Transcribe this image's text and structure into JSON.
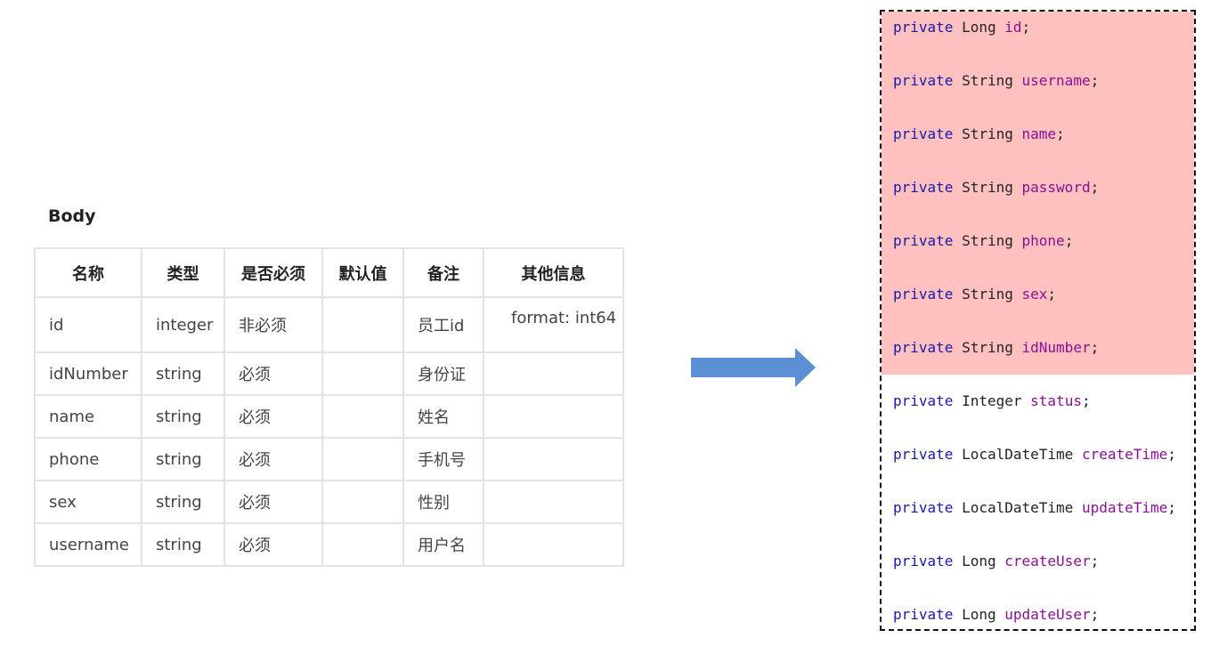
{
  "body_title": "Body",
  "table": {
    "headers": [
      "名称",
      "类型",
      "是否必须",
      "默认值",
      "备注",
      "其他信息"
    ],
    "rows": [
      [
        "id",
        "integer",
        "非必须",
        "",
        "员工id",
        "format: int64"
      ],
      [
        "idNumber",
        "string",
        "必须",
        "",
        "身份证",
        ""
      ],
      [
        "name",
        "string",
        "必须",
        "",
        "姓名",
        ""
      ],
      [
        "phone",
        "string",
        "必须",
        "",
        "手机号",
        ""
      ],
      [
        "sex",
        "string",
        "必须",
        "",
        "性别",
        ""
      ],
      [
        "username",
        "string",
        "必须",
        "",
        "用户名",
        ""
      ]
    ]
  },
  "colors": {
    "arrow": "#5b8fd4",
    "highlight": "#ffc0c0",
    "keyword": "#1a1aa6",
    "field": "#871094"
  },
  "code": {
    "lines": [
      {
        "kw": "private",
        "type": "Long",
        "field": "id",
        "end": ";"
      },
      {
        "kw": "private",
        "type": "String",
        "field": "username",
        "end": ";"
      },
      {
        "kw": "private",
        "type": "String",
        "field": "name",
        "end": ";"
      },
      {
        "kw": "private",
        "type": "String",
        "field": "password",
        "end": ";"
      },
      {
        "kw": "private",
        "type": "String",
        "field": "phone",
        "end": ";"
      },
      {
        "kw": "private",
        "type": "String",
        "field": "sex",
        "end": ";"
      },
      {
        "kw": "private",
        "type": "String",
        "field": "idNumber",
        "end": ";"
      },
      {
        "kw": "private",
        "type": "Integer",
        "field": "status",
        "end": ";"
      },
      {
        "kw": "private",
        "type": "LocalDateTime",
        "field": "createTime",
        "end": ";"
      },
      {
        "kw": "private",
        "type": "LocalDateTime",
        "field": "updateTime",
        "end": ";"
      },
      {
        "kw": "private",
        "type": "Long",
        "field": "createUser",
        "end": ";"
      },
      {
        "kw": "private",
        "type": "Long",
        "field": "updateUser",
        "end": ";"
      }
    ]
  }
}
